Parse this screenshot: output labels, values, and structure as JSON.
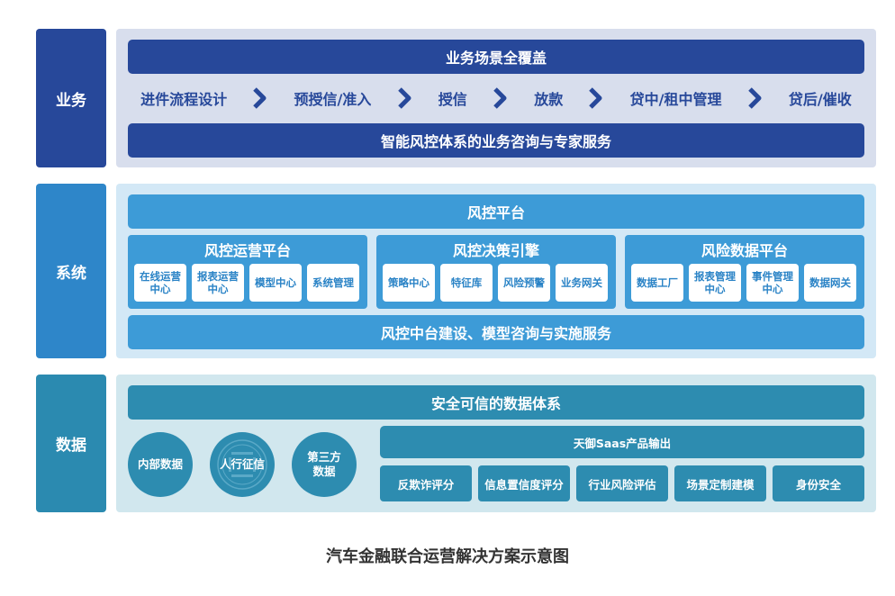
{
  "business": {
    "label": "业务",
    "top_bar": "业务场景全覆盖",
    "flow": [
      "进件流程设计",
      "预授信/准入",
      "授信",
      "放款",
      "贷中/租中管理",
      "贷后/催收"
    ],
    "bottom_bar": "智能风控体系的业务咨询与专家服务"
  },
  "system": {
    "label": "系统",
    "top_bar": "风控平台",
    "platforms": [
      {
        "title": "风控运营平台",
        "modules": [
          "在线运营\n中心",
          "报表运营\n中心",
          "模型中心",
          "系统管理"
        ]
      },
      {
        "title": "风控决策引擎",
        "modules": [
          "策略中心",
          "特征库",
          "风险预警",
          "业务网关"
        ]
      },
      {
        "title": "风险数据平台",
        "modules": [
          "数据工厂",
          "报表管理\n中心",
          "事件管理\n中心",
          "数据网关"
        ]
      }
    ],
    "bottom_bar": "风控中台建设、模型咨询与实施服务"
  },
  "data": {
    "label": "数据",
    "top_bar": "安全可信的数据体系",
    "sources": [
      "内部数据",
      "人行征信",
      "第三方\n数据"
    ],
    "output_title": "天御Saas产品输出",
    "outputs": [
      "反欺诈评分",
      "信息置信度评分",
      "行业风险评估",
      "场景定制建模",
      "身份安全"
    ]
  },
  "caption": "汽车金融联合运营解决方案示意图",
  "colors": {
    "business_side": "#27489a",
    "business_panel": "#d8deed",
    "system_side": "#2e86c9",
    "system_panel": "#d3e8f6",
    "data_side": "#2b8ab0",
    "data_panel": "#d1e7ee"
  }
}
